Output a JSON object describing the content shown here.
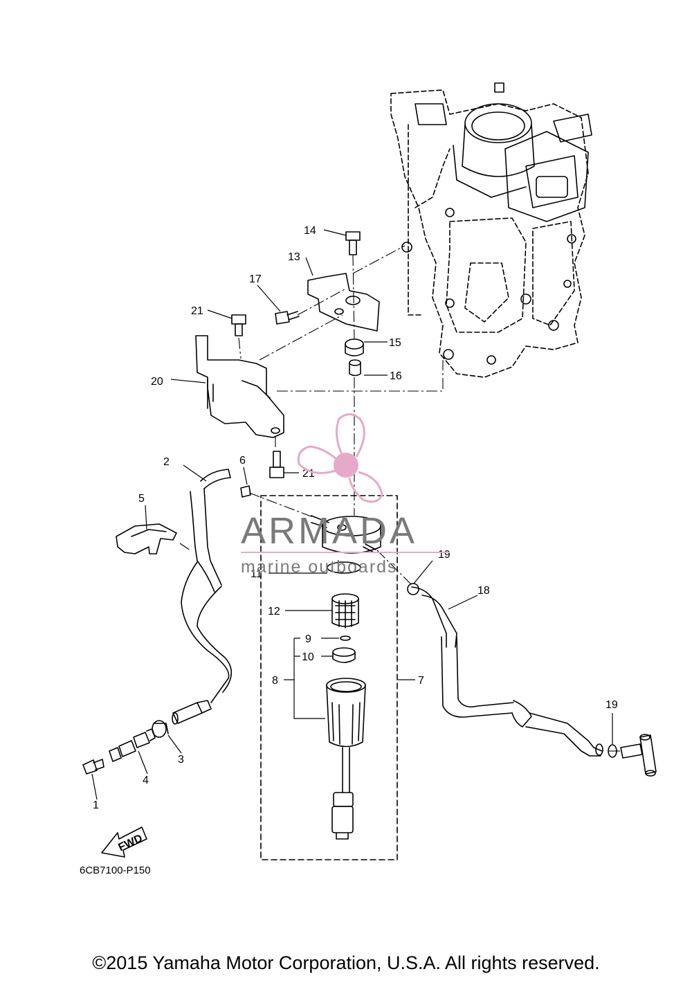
{
  "diagram": {
    "part_code": "6CB7100-P150",
    "fwd_label": "FWD",
    "callouts": [
      "1",
      "2",
      "3",
      "4",
      "5",
      "6",
      "7",
      "8",
      "9",
      "10",
      "11",
      "12",
      "13",
      "14",
      "15",
      "16",
      "17",
      "18",
      "19",
      "19",
      "20",
      "21",
      "21"
    ]
  },
  "watermark": {
    "brand": "ARMADA",
    "tagline": "marine outboards",
    "accent_color": "#e7a9c8",
    "text_color": "#7a7a7a"
  },
  "footer": {
    "copyright": "©2015 Yamaha Motor Corporation, U.S.A. All rights reserved."
  }
}
